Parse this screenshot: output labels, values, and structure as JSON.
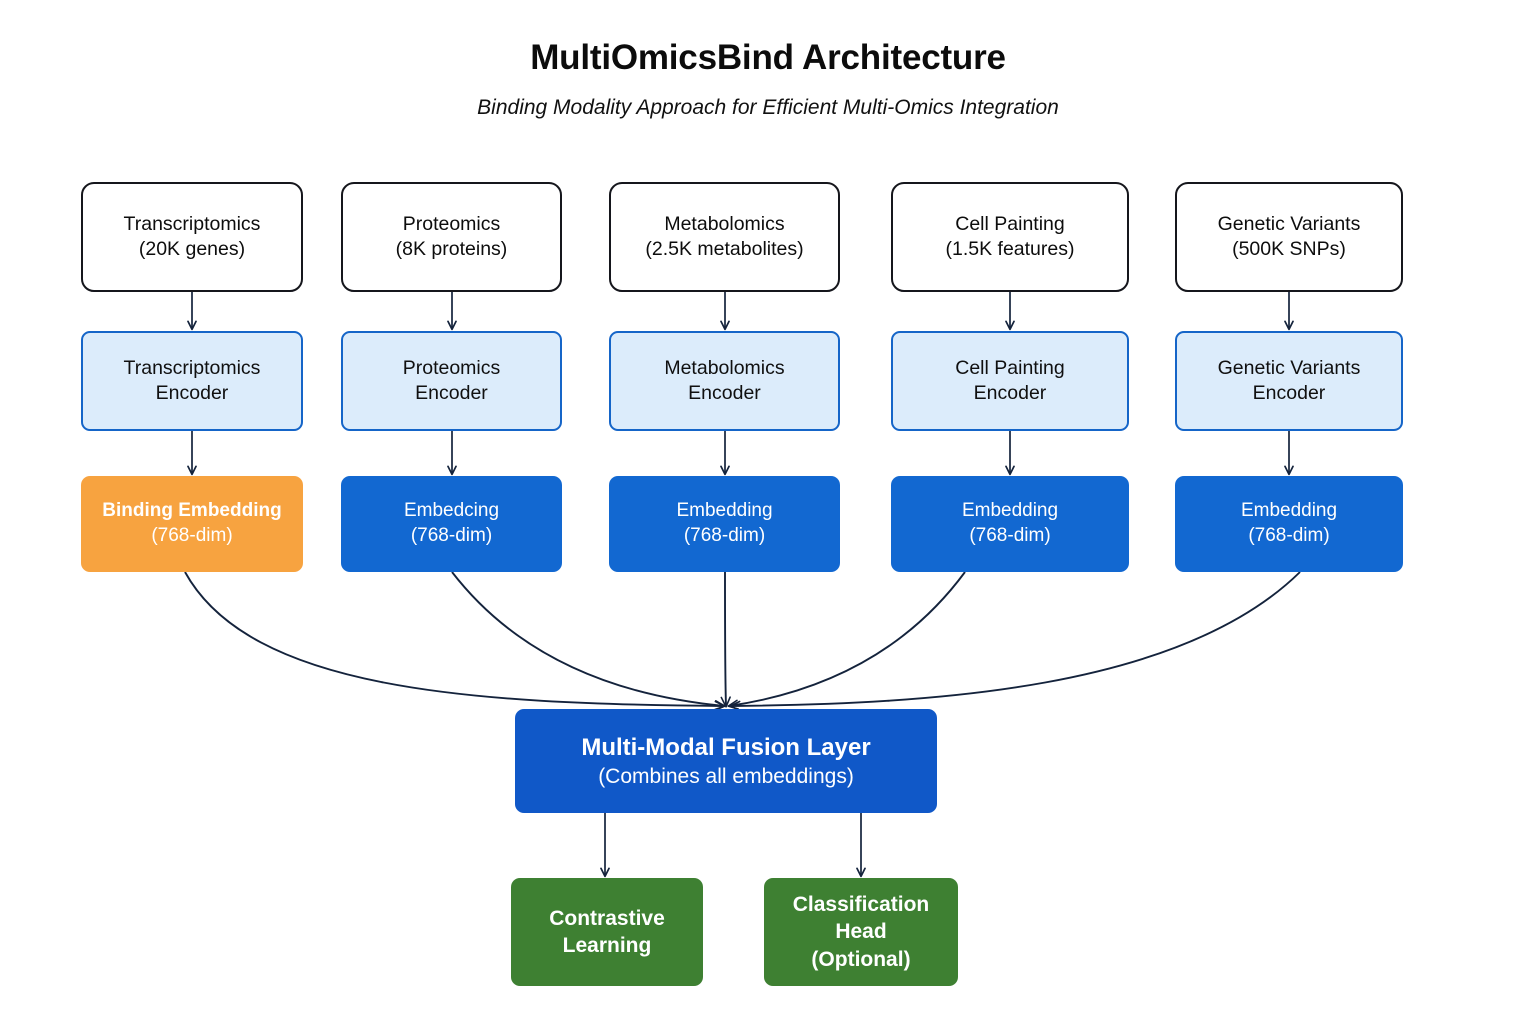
{
  "header": {
    "title": "MultiOmicsBind Architecture",
    "subtitle": "Binding Modality Approach for Efficient Multi-Omics Integration"
  },
  "colors": {
    "source_fill": "#ffffff",
    "source_border": "#15161c",
    "encoder_fill": "#dcecfb",
    "encoder_border": "#1565c8",
    "embedding_fill": "#1268d1",
    "binding_fill": "#f7a340",
    "fusion_fill": "#1058c8",
    "head_fill": "#3e8032",
    "arrow": "#14233c",
    "text_dark": "#0d0d0d",
    "text_light": "#ffffff"
  },
  "columns": [
    {
      "source": {
        "line1": "Transcriptomics",
        "line2": "(20K genes)"
      },
      "encoder": {
        "line1": "Transcriptomics",
        "line2": "Encoder"
      },
      "embedding": {
        "line1": "Binding Embedding",
        "line2": "(768-dim)",
        "kind": "binding"
      }
    },
    {
      "source": {
        "line1": "Proteomics",
        "line2": "(8K proteins)"
      },
      "encoder": {
        "line1": "Proteomics",
        "line2": "Encoder"
      },
      "embedding": {
        "line1": "Embedcing",
        "line2": "(768-dim)",
        "kind": "standard"
      }
    },
    {
      "source": {
        "line1": "Metabolomics",
        "line2": "(2.5K metabolites)"
      },
      "encoder": {
        "line1": "Metabolomics",
        "line2": "Encoder"
      },
      "embedding": {
        "line1": "Embedding",
        "line2": "(768-dim)",
        "kind": "standard"
      }
    },
    {
      "source": {
        "line1": "Cell Painting",
        "line2": "(1.5K features)"
      },
      "encoder": {
        "line1": "Cell Painting",
        "line2": "Encoder"
      },
      "embedding": {
        "line1": "Embedding",
        "line2": "(768-dim)",
        "kind": "standard"
      }
    },
    {
      "source": {
        "line1": "Genetic Variants",
        "line2": "(500K SNPs)"
      },
      "encoder": {
        "line1": "Genetic Variants",
        "line2": "Encoder"
      },
      "embedding": {
        "line1": "Embedding",
        "line2": "(768-dim)",
        "kind": "standard"
      }
    }
  ],
  "fusion": {
    "line1": "Multi-Modal Fusion Layer",
    "line2": "(Combines all embeddings)"
  },
  "heads": [
    {
      "line1": "Contrastive",
      "line2": "Learning",
      "line3": ""
    },
    {
      "line1": "Classification",
      "line2": "Head",
      "line3": "(Optional)"
    }
  ]
}
